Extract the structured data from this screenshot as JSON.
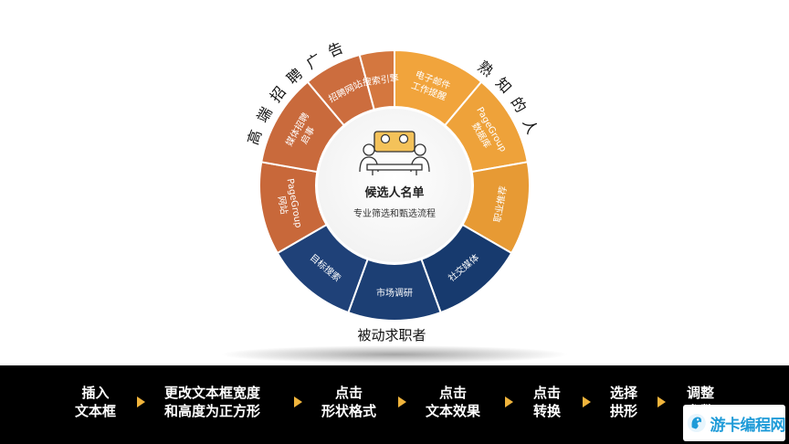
{
  "center": {
    "title": "候选人名单",
    "subtitle": "专业筛选和甄选流程",
    "icon": "people-meeting-icon"
  },
  "segments": [
    {
      "id": "email",
      "label": [
        "电子邮件",
        "工作提醒"
      ],
      "start": 0,
      "end": 40,
      "color": "#f1a43c"
    },
    {
      "id": "database",
      "label": [
        "PageGroup",
        "数据库"
      ],
      "start": 40,
      "end": 80,
      "color": "#eea23a"
    },
    {
      "id": "referral",
      "label": [
        "职业推荐"
      ],
      "start": 80,
      "end": 120,
      "color": "#e79a34"
    },
    {
      "id": "social",
      "label": [
        "社交媒体"
      ],
      "start": 120,
      "end": 160,
      "color": "#173a6e"
    },
    {
      "id": "market",
      "label": [
        "市场调研"
      ],
      "start": 160,
      "end": 200,
      "color": "#1c3f74"
    },
    {
      "id": "target",
      "label": [
        "目标搜索"
      ],
      "start": 200,
      "end": 240,
      "color": "#1f4178"
    },
    {
      "id": "website",
      "label": [
        "PageGroup",
        "网站"
      ],
      "start": 240,
      "end": 280,
      "color": "#c8683a"
    },
    {
      "id": "media",
      "label": [
        "媒体招聘",
        "启事"
      ],
      "start": 280,
      "end": 320,
      "color": "#c96a3c"
    },
    {
      "id": "jobsite",
      "label": [
        "招聘网站"
      ],
      "start": 320,
      "end": 345,
      "color": "#cc6d3e"
    },
    {
      "id": "search",
      "label": [
        "搜索引擎"
      ],
      "start": 345,
      "end": 360,
      "color": "#d4773f"
    }
  ],
  "outer_labels": {
    "top_left": "高端招聘广告",
    "top_right": "熟知的人",
    "bottom": "被动求职者"
  },
  "steps": [
    {
      "line1": "插入",
      "line2": "文本框"
    },
    {
      "line1": "更改文本框宽度",
      "line2": "和高度为正方形"
    },
    {
      "line1": "点击",
      "line2": "形状格式"
    },
    {
      "line1": "点击",
      "line2": "文本效果"
    },
    {
      "line1": "点击",
      "line2": "转换"
    },
    {
      "line1": "选择",
      "line2": "拱形"
    },
    {
      "line1": "调整",
      "line2": "参数"
    }
  ],
  "watermark": {
    "text": "游卡编程网",
    "icon": "squirrel-logo-icon"
  },
  "colors": {
    "orange": "#f1a43c",
    "rust": "#c96a3c",
    "navy": "#1c3f74",
    "bar": "#000000",
    "arrow": "#f0b43c"
  }
}
